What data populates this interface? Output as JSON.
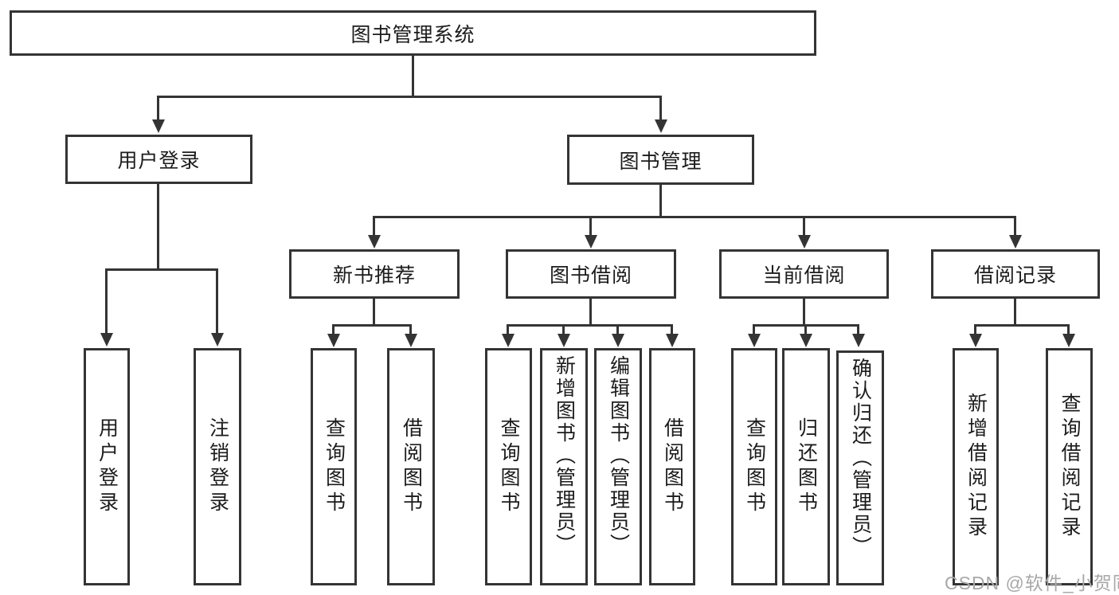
{
  "tree": {
    "label": "图书管理系统",
    "children": [
      {
        "label": "用户登录",
        "children": [
          {
            "label": "用户登录"
          },
          {
            "label": "注销登录"
          }
        ]
      },
      {
        "label": "图书管理",
        "children": [
          {
            "label": "新书推荐",
            "children": [
              {
                "label": "查询图书"
              },
              {
                "label": "借阅图书"
              }
            ]
          },
          {
            "label": "图书借阅",
            "children": [
              {
                "label": "查询图书"
              },
              {
                "label": "新增图书（管理员）"
              },
              {
                "label": "编辑图书（管理员）"
              },
              {
                "label": "借阅图书"
              }
            ]
          },
          {
            "label": "当前借阅",
            "children": [
              {
                "label": "查询图书"
              },
              {
                "label": "归还图书"
              },
              {
                "label": "确认归还（管理员）"
              }
            ]
          },
          {
            "label": "借阅记录",
            "children": [
              {
                "label": "新增借阅记录"
              },
              {
                "label": "查询借阅记录"
              }
            ]
          }
        ]
      }
    ]
  },
  "watermark": {
    "text": "CSDN @软件_小贺同学"
  },
  "colors": {
    "line": "#343434",
    "text": "#1c1c1c",
    "background": "#ffffff",
    "watermark": "#a8a8a8"
  }
}
